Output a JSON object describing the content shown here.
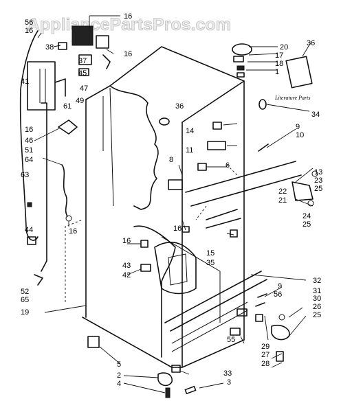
{
  "watermark": "AppliancePartsPros.com",
  "literature_label": "Literature Parts",
  "callouts": [
    "16",
    "56",
    "16",
    "38",
    "37",
    "16",
    "41",
    "45",
    "47",
    "61",
    "49",
    "16",
    "46",
    "51",
    "64",
    "63",
    "44",
    "16",
    "52",
    "65",
    "19",
    "20",
    "17",
    "18",
    "1",
    "36",
    "34",
    "9",
    "10",
    "14",
    "11",
    "8",
    "6",
    "13",
    "23",
    "25",
    "22",
    "21",
    "24",
    "25",
    "16",
    "15",
    "35",
    "16",
    "43",
    "42",
    "32",
    "9",
    "56",
    "31",
    "30",
    "26",
    "25",
    "55",
    "29",
    "27",
    "28",
    "33",
    "5",
    "2",
    "4",
    "3"
  ]
}
